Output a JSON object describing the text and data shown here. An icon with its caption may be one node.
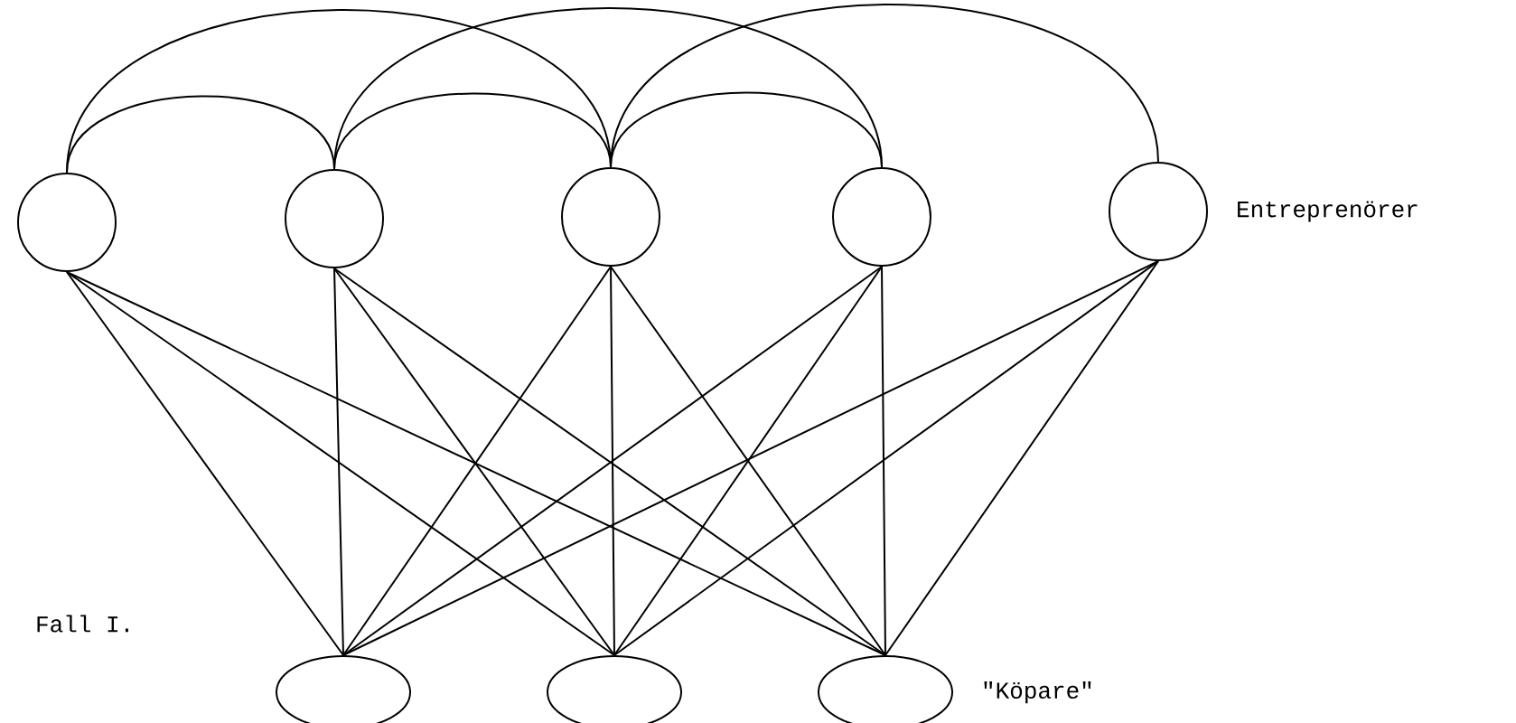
{
  "diagram": {
    "nodes": [
      {
        "text": [],
        "shape": "circle"
      },
      {
        "text": [],
        "shape": "circle"
      },
      {
        "text": [],
        "shape": "circle"
      },
      {
        "text": [],
        "shape": "circle"
      },
      {
        "text": [],
        "shape": "circle",
        "beside": [
          "Entreprenörer"
        ]
      },
      {
        "text": [],
        "shape": "ellipse"
      },
      {
        "text": [],
        "shape": "ellipse"
      },
      {
        "text": [],
        "shape": "ellipse",
        "beside": [
          "\"Köpare\""
        ]
      }
    ],
    "edges": [
      {
        "from": 0,
        "to": 1,
        "arrow": "none"
      },
      {
        "from": 0,
        "to": 2,
        "arrow": "none"
      },
      {
        "from": 1,
        "to": 2,
        "arrow": "none"
      },
      {
        "from": 1,
        "to": 3,
        "arrow": "none"
      },
      {
        "from": 2,
        "to": 3,
        "arrow": "none"
      },
      {
        "from": 2,
        "to": 4,
        "arrow": "none"
      },
      {
        "from": 0,
        "to": 5,
        "arrow": "none"
      },
      {
        "from": 0,
        "to": 6,
        "arrow": "none"
      },
      {
        "from": 0,
        "to": 7,
        "arrow": "none"
      },
      {
        "from": 1,
        "to": 5,
        "arrow": "none"
      },
      {
        "from": 1,
        "to": 6,
        "arrow": "none"
      },
      {
        "from": 1,
        "to": 7,
        "arrow": "none"
      },
      {
        "from": 2,
        "to": 5,
        "arrow": "none"
      },
      {
        "from": 2,
        "to": 6,
        "arrow": "none"
      },
      {
        "from": 2,
        "to": 7,
        "arrow": "none"
      },
      {
        "from": 3,
        "to": 5,
        "arrow": "none"
      },
      {
        "from": 3,
        "to": 6,
        "arrow": "none"
      },
      {
        "from": 3,
        "to": 7,
        "arrow": "none"
      },
      {
        "from": 4,
        "to": 5,
        "arrow": "none"
      },
      {
        "from": 4,
        "to": 6,
        "arrow": "none"
      },
      {
        "from": 4,
        "to": 7,
        "arrow": "none"
      }
    ],
    "labels": [
      "Fall I."
    ]
  }
}
